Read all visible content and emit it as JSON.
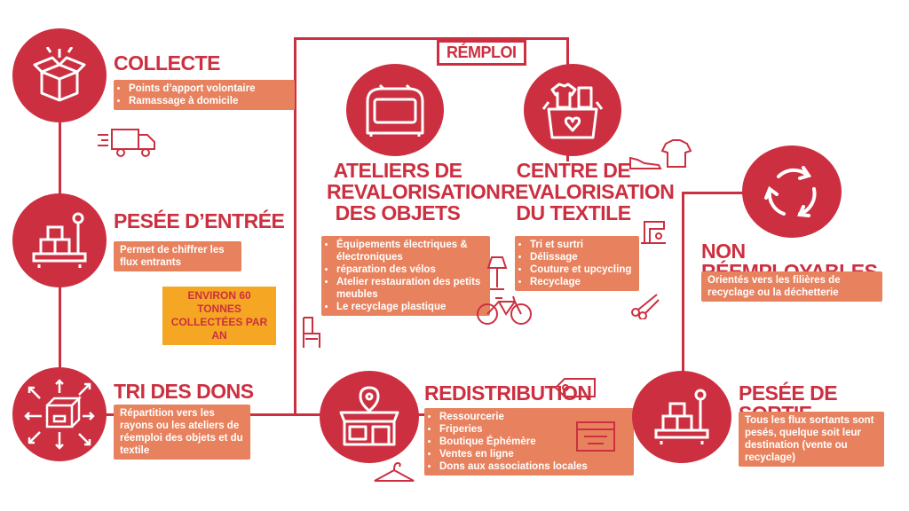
{
  "colors": {
    "primary": "#cc3040",
    "box": "#e8825e",
    "highlight": "#f5a623"
  },
  "collecte": {
    "title": "COLLECTE",
    "items": [
      "Points d’apport volontaire",
      "Ramassage à domicile"
    ],
    "icon": "open-box-icon",
    "deco_icon": "truck-icon"
  },
  "pesee_entree": {
    "title": "PESÉE D’ENTRÉE",
    "text": "Permet de chiffrer les flux entrants",
    "icon": "scale-icon",
    "highlight": "ENVIRON 60 TONNES COLLECTÉES PAR AN"
  },
  "tri": {
    "title": "TRI DES DONS",
    "text": "Répartition vers les rayons ou les ateliers de réemploi des objets et du textile",
    "icon": "box-arrows-icon"
  },
  "reemploi": {
    "label": "RÉMPLOI"
  },
  "ateliers": {
    "title_lines": [
      "ATELIERS DE",
      "REVALORISATION",
      "DES OBJETS"
    ],
    "items": [
      "Équipements électriques & électroniques",
      "réparation des vélos",
      "Atelier restauration des petits meubles",
      "Le recyclage plastique"
    ],
    "icon": "toaster-icon"
  },
  "textile": {
    "title_lines": [
      "CENTRE DE",
      "REVALORISATION",
      "DU TEXTILE"
    ],
    "items": [
      "Tri et surtri",
      "Délissage",
      "Couture et upcycling",
      "Recyclage"
    ],
    "icon": "clothes-box-icon"
  },
  "non_reemployables": {
    "title": "NON RÉEMPLOYABLES",
    "text": "Orientés vers les filières de recyclage ou la déchetterie",
    "icon": "recycle-icon"
  },
  "redistribution": {
    "title": "REDISTRIBUTION",
    "items": [
      "Ressourcerie",
      "Friperies",
      "Boutique Éphémère",
      "Ventes en ligne",
      "Dons aux associations locales"
    ],
    "icon": "shop-icon"
  },
  "pesee_sortie": {
    "title": "PESÉE DE SORTIE",
    "text": "Tous les flux sortants sont pesés, quelque soit leur destination (vente ou recyclage)",
    "icon": "scale-icon"
  }
}
